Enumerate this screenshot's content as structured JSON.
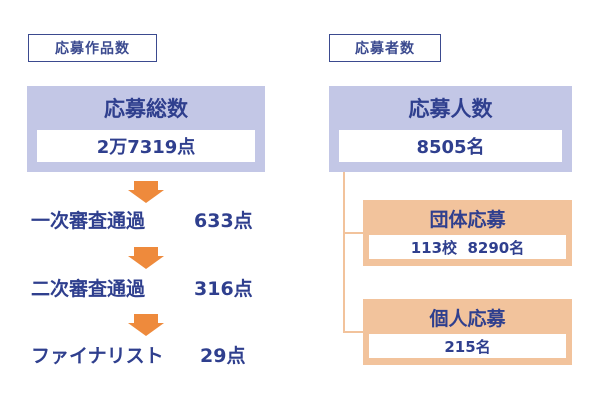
{
  "left": {
    "tag": "応募作品数",
    "total_title": "応募総数",
    "total_value": "2万7319点",
    "stages": [
      {
        "label": "一次審査通過",
        "count": "633点"
      },
      {
        "label": "二次審査通過",
        "count": "316点"
      },
      {
        "label": "ファイナリスト",
        "count": "29点"
      }
    ]
  },
  "right": {
    "tag": "応募者数",
    "total_title": "応募人数",
    "total_value": "8505名",
    "group": {
      "title": "団体応募",
      "value": "113校  8290名"
    },
    "individual": {
      "title": "個人応募",
      "value": "215名"
    }
  },
  "colors": {
    "navy": "#2f3f8e",
    "lavender": "#c3c7e6",
    "peach": "#f2c39c",
    "arrow": "#ee8a3c"
  }
}
